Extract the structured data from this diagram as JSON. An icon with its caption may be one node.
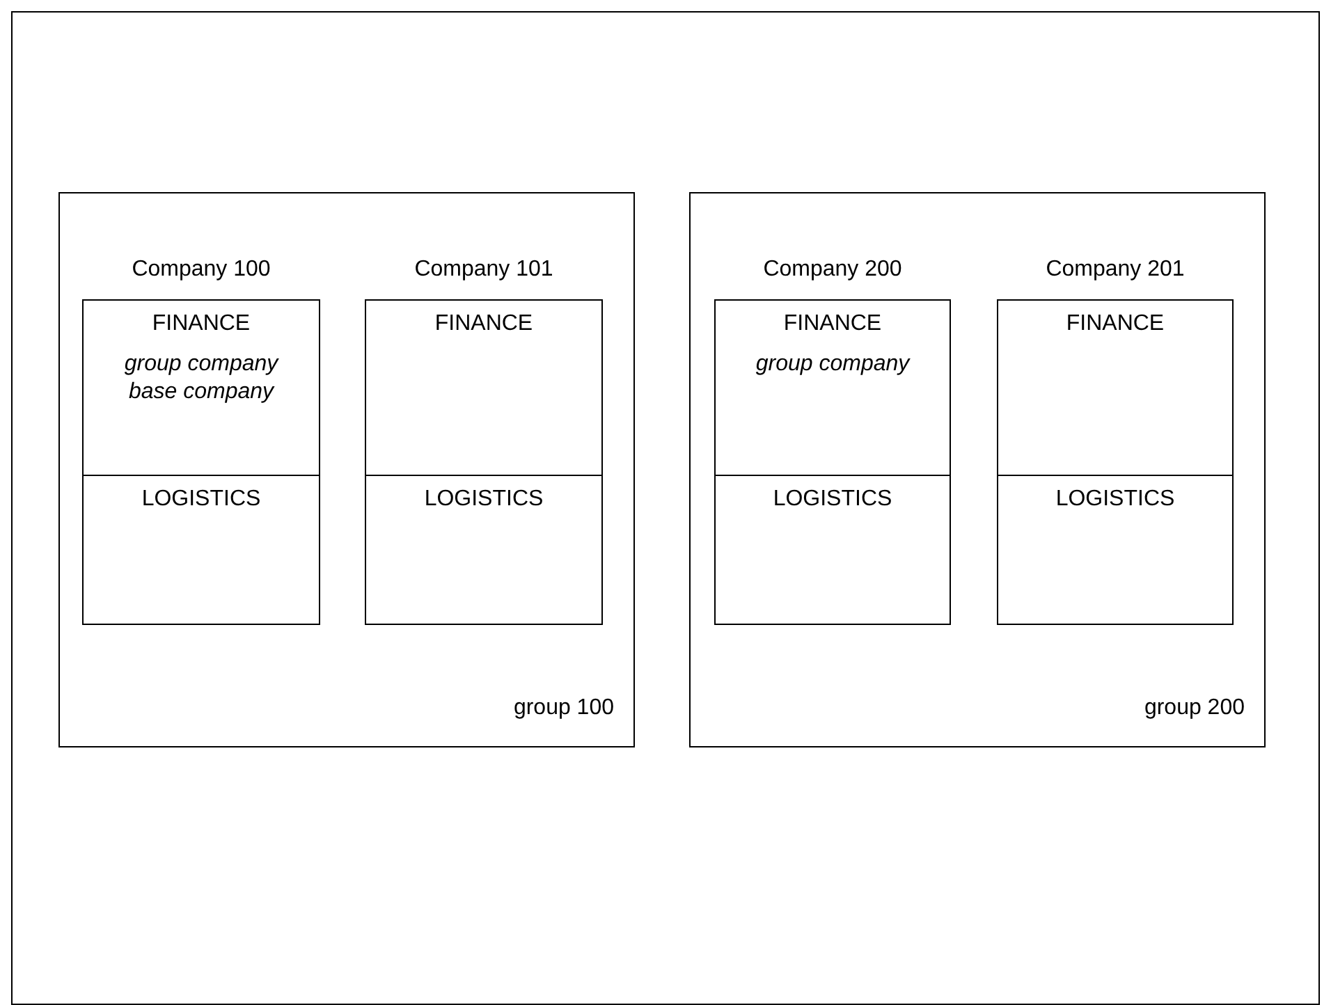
{
  "diagram": {
    "nodes": [
      {
        "text": [
          "group 100"
        ]
      },
      {
        "text": [
          "Company 100"
        ],
        "in": 0
      },
      {
        "text": [
          "FINANCE",
          "group company",
          "base company"
        ],
        "in": 1
      },
      {
        "text": [
          "LOGISTICS"
        ],
        "in": 1
      },
      {
        "text": [
          "Company 101"
        ],
        "in": 0
      },
      {
        "text": [
          "FINANCE"
        ],
        "in": 4
      },
      {
        "text": [
          "LOGISTICS"
        ],
        "in": 4
      },
      {
        "text": [
          "group 200"
        ]
      },
      {
        "text": [
          "Company 200"
        ],
        "in": 7
      },
      {
        "text": [
          "FINANCE",
          "group company"
        ],
        "in": 8
      },
      {
        "text": [
          "LOGISTICS"
        ],
        "in": 8
      },
      {
        "text": [
          "Company 201"
        ],
        "in": 7
      },
      {
        "text": [
          "FINANCE"
        ],
        "in": 11
      },
      {
        "text": [
          "LOGISTICS"
        ],
        "in": 11
      }
    ]
  }
}
